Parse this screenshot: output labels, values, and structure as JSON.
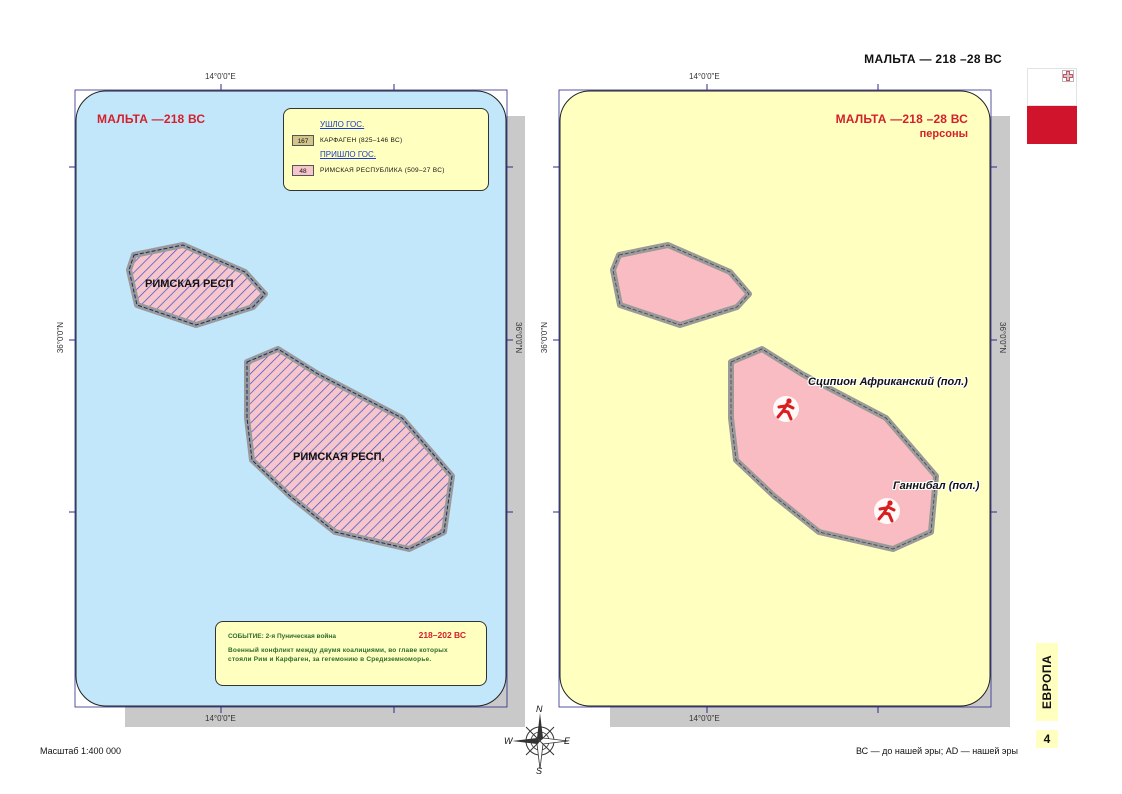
{
  "page": {
    "title": "МАЛЬТА — 218 –28 ВС",
    "scale": "Масштаб 1:400 000",
    "era_note": "ВС — до нашей эры; AD — нашей эры",
    "region": "ЕВРОПА",
    "page_number": "4"
  },
  "colors": {
    "sea": "#c2e6fa",
    "land_left": "#f6c6cc",
    "land_right": "#f9bcc2",
    "background_right": "#ffffc0",
    "title_red": "#d4202a",
    "hatch_blue": "#3b4fc4",
    "border_gray": "#a3a3a3",
    "flag_white": "#ffffff",
    "flag_red": "#cf142b"
  },
  "left_map": {
    "title": "МАЛЬТА —218 ВС",
    "coord_top": "14°0'0\"E",
    "coord_bottom": "14°0'0\"E",
    "coord_left": "36°0'0\"N",
    "coord_right": "36°0'0\"N",
    "island_labels": {
      "gozo": "РИМСКАЯ РЕСП",
      "malta": "РИМСКАЯ РЕСП,"
    },
    "legend": {
      "left_header": "УШЛО ГОС.",
      "left_item": {
        "badge": "167",
        "text": "КАРФАГЕН (825–146 ВС)"
      },
      "arrived_header": "ПРИШЛО ГОС.",
      "arrived_item": {
        "badge": "48",
        "text": "РИМСКАЯ РЕСПУБЛИКА (509–27 ВС)"
      }
    },
    "event": {
      "label": "СОБЫТИЕ: 2-я Пуническая война",
      "dates": "218–202 ВС",
      "description": "Военный конфликт между двумя коалициями, во главе которых стояли Рим и Карфаген, за гегемонию в Средиземноморье."
    }
  },
  "right_map": {
    "title": "МАЛЬТА —218 –28 ВС",
    "subtitle": "персоны",
    "coord_top": "14°0'0\"E",
    "coord_bottom": "14°0'0\"E",
    "coord_left": "36°0'0\"N",
    "coord_right": "36°0'0\"N",
    "persons": [
      {
        "name": "Сципион Африканский (пол.)",
        "icon": "running-person-icon"
      },
      {
        "name": "Ганнибал (пол.)",
        "icon": "running-person-icon"
      }
    ]
  },
  "compass": {
    "n": "N",
    "e": "E",
    "s": "S",
    "w": "W"
  }
}
